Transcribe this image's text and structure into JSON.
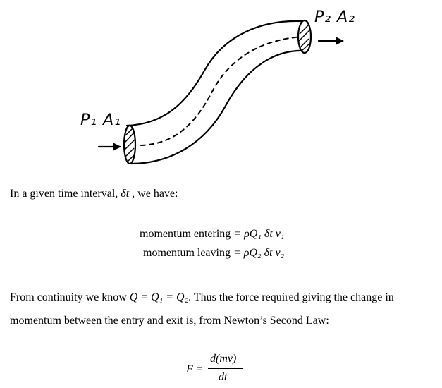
{
  "figure": {
    "label_in": "P₁ A₁",
    "label_out": "P₂ A₂"
  },
  "text": {
    "intro_prefix": "In a given time interval, ",
    "intro_symbol": "δt",
    "intro_suffix": " , we have:",
    "eq_entering_label": "momentum entering",
    "eq_entering_rhs": "= ρQ₁ δt v₁",
    "eq_leaving_label": "momentum leaving",
    "eq_leaving_rhs": "= ρQ₂ δt v₂",
    "continuity_prefix": "From continuity we know ",
    "continuity_math": "Q = Q₁ = Q₂",
    "continuity_suffix": ". Thus the force required giving the change in",
    "continuity_line2": "momentum between the entry and exit is, from Newton’s Second Law:",
    "force_lhs": "F =",
    "force_num": "d(mv)",
    "force_den": "dt"
  }
}
